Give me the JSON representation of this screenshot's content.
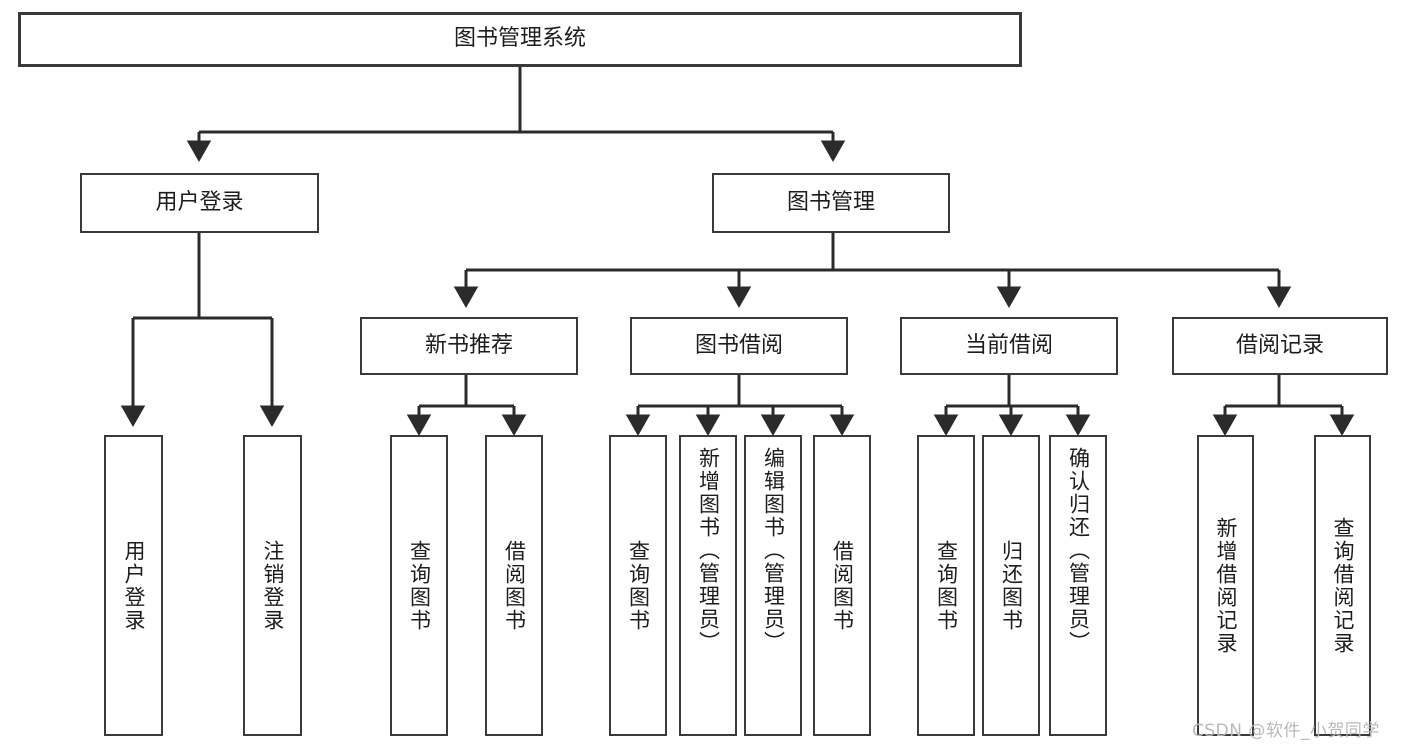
{
  "diagram": {
    "title": "图书管理系统",
    "type": "tree-hierarchy-chart",
    "colors": {
      "box_border": "#3a3a3a",
      "box_fill": "#ffffff",
      "edge": "#2b2b2b",
      "text": "#1d1d1d",
      "watermark": "#b9b9b9",
      "canvas": "#ffffff"
    },
    "root": {
      "label": "图书管理系统"
    },
    "level2": [
      {
        "label": "用户登录"
      },
      {
        "label": "图书管理"
      }
    ],
    "level3": [
      {
        "label": "新书推荐"
      },
      {
        "label": "图书借阅"
      },
      {
        "label": "当前借阅"
      },
      {
        "label": "借阅记录"
      }
    ],
    "leaves_user_login": [
      {
        "label": "用户登录"
      },
      {
        "label": "注销登录"
      }
    ],
    "leaves_new_book": [
      {
        "label": "查询图书"
      },
      {
        "label": "借阅图书"
      }
    ],
    "leaves_borrow": [
      {
        "label": "查询图书"
      },
      {
        "label": "新增图书（管理员）"
      },
      {
        "label": "编辑图书（管理员）"
      },
      {
        "label": "借阅图书"
      }
    ],
    "leaves_current": [
      {
        "label": "查询图书"
      },
      {
        "label": "归还图书"
      },
      {
        "label": "确认归还（管理员）"
      }
    ],
    "leaves_records": [
      {
        "label": "新增借阅记录"
      },
      {
        "label": "查询借阅记录"
      }
    ],
    "watermark": "CSDN @软件_小贺同学"
  }
}
